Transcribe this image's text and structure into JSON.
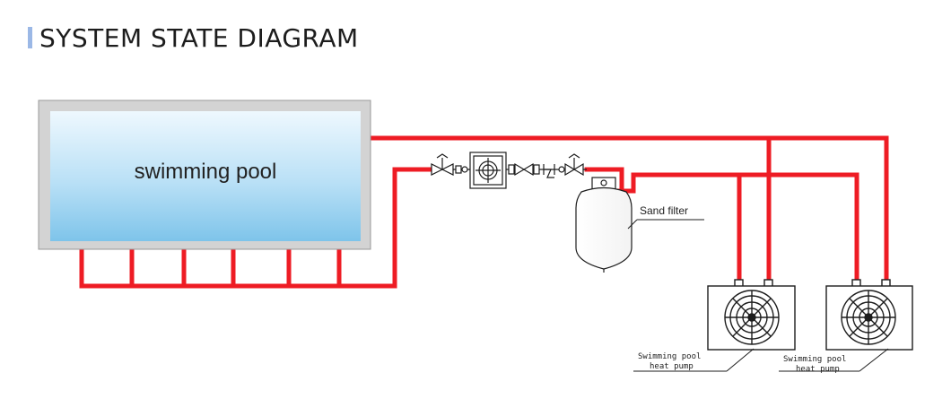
{
  "header": {
    "title": "SYSTEM STATE DIAGRAM",
    "accent_color": "#9bb8e6"
  },
  "diagram": {
    "pipe_color": "#ee1c24",
    "pool": {
      "label": "swimming pool",
      "water_color_top": "#e8f6fd",
      "water_color_bottom": "#7ec4ea",
      "frame_color": "#d0d0d0"
    },
    "sand_filter": {
      "label": "Sand filter"
    },
    "heat_pumps": [
      {
        "label_line1": "Swimming pool",
        "label_line2": "heat pump"
      },
      {
        "label_line1": "Swimming pool",
        "label_line2": "heat pump"
      }
    ]
  }
}
